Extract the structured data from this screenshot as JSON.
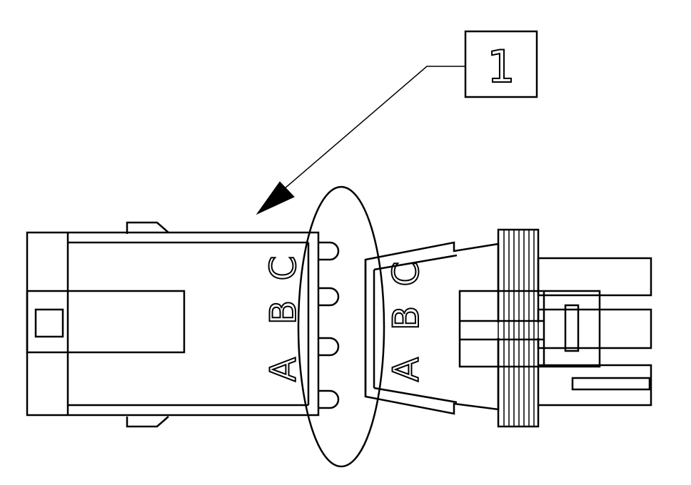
{
  "callout": {
    "number": "1"
  },
  "connector_left": {
    "pins": [
      "A",
      "B",
      "C"
    ]
  },
  "connector_right": {
    "pins": [
      "A",
      "B",
      "C"
    ]
  },
  "colors": {
    "line": "#000000",
    "background": "#ffffff"
  }
}
